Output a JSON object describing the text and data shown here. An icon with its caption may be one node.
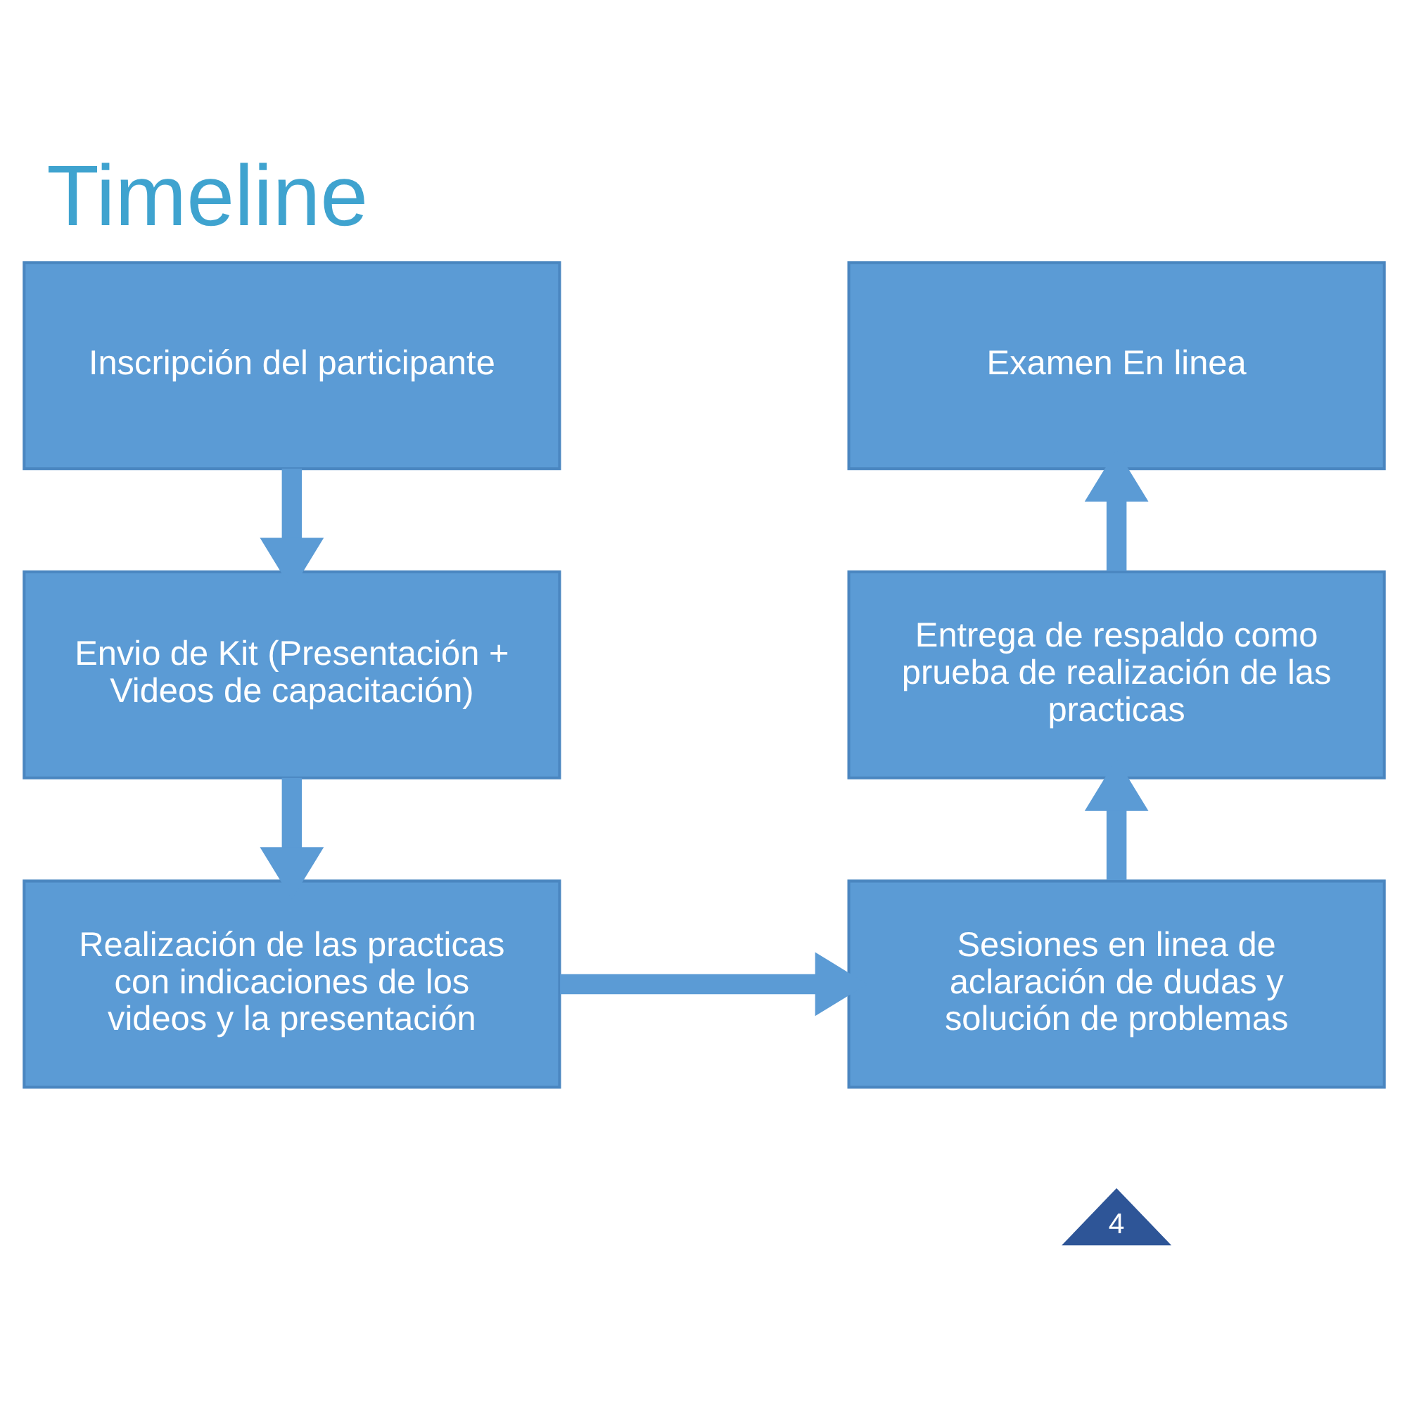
{
  "diagram": {
    "title": "Timeline",
    "nodes": [
      {
        "text": [
          "Inscripción del participante"
        ]
      },
      {
        "text": [
          "Envio de Kit (Presentación + Videos de capacitación)"
        ]
      },
      {
        "text": [
          "Realización de las practicas con indicaciones de los videos y la presentación"
        ]
      },
      {
        "text": [
          "Sesiones en linea de aclaración de dudas y solución de problemas"
        ]
      },
      {
        "text": [
          "Entrega de respaldo como prueba de realización de las practicas"
        ]
      },
      {
        "text": [
          "Examen En linea"
        ]
      }
    ],
    "edges": [
      {
        "from": 0,
        "to": 1,
        "arrow": "to"
      },
      {
        "from": 1,
        "to": 2,
        "arrow": "to"
      },
      {
        "from": 2,
        "to": 3,
        "arrow": "to"
      },
      {
        "from": 3,
        "to": 4,
        "arrow": "to"
      },
      {
        "from": 4,
        "to": 5,
        "arrow": "to"
      }
    ],
    "labels": [
      "4"
    ]
  }
}
